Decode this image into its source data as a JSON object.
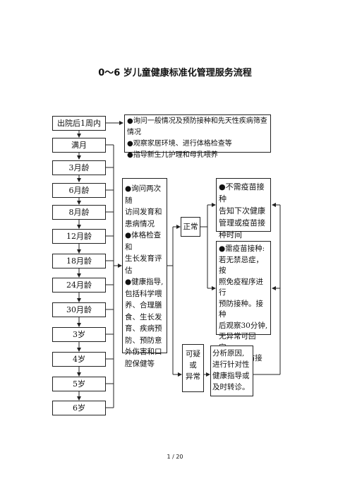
{
  "title": "0～6 岁儿童健康标准化管理服务流程",
  "ages": [
    "出院后1周内",
    "满月",
    "3月龄",
    "6月龄",
    "8月龄",
    "12月龄",
    "18月龄",
    "24月龄",
    "30月龄",
    "3岁",
    "4岁",
    "5岁",
    "6岁"
  ],
  "top_box": {
    "lines": [
      "●询问一般情况及预防接种和先天性疾病筛查情况",
      "●观察家居环境、进行体格检查等",
      "●指导新生儿护理和母乳喂养"
    ]
  },
  "mid_box": {
    "text": "●询问两次随\n访间发育和\n患病情况\n●体格检查和\n生长发育评\n估\n●健康指导,\n包括科学喂\n养、合理膳\n食、生长发\n育、疾病预\n防、预防意\n外伤害和口\n腔保健等"
  },
  "normal_label": "正常",
  "abnormal_label": "可疑\n或\n异常",
  "no_vaccine_box": {
    "text": "●不需疫苗接种\n告知下次健康\n管理或疫苗接\n种时间"
  },
  "vaccine_box": {
    "text": "●需疫苗接种:\n若无禁忌症，按\n照免疫程序进行\n预防接种。接种\n后观察30分钟,\n无异常可回家。\n●填写预防接种\n记录。"
  },
  "abnormal_box": {
    "text": "分析原因,\n进行针对性\n健康指导或\n及时转诊。"
  },
  "footer": "1 / 20"
}
